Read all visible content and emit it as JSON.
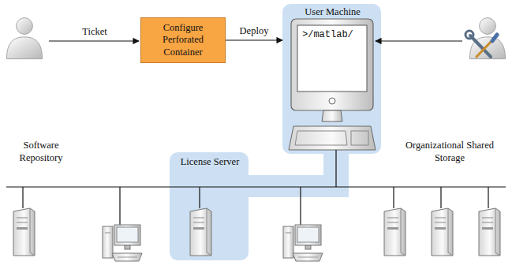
{
  "diagram": {
    "nodes": [
      {
        "text": [
          "Configure Perforated Container"
        ]
      },
      {
        "text": [
          "User Machine"
        ]
      },
      {
        "text": [
          ">/matlab/"
        ],
        "in": 1
      },
      {
        "text": [
          "License Server"
        ]
      }
    ],
    "edges": [
      {
        "from": 0,
        "to": 1,
        "arrow": "to",
        "label": "Deploy"
      }
    ],
    "labels": [
      "Ticket",
      "Software Repository",
      "Organizational Shared Storage"
    ]
  }
}
